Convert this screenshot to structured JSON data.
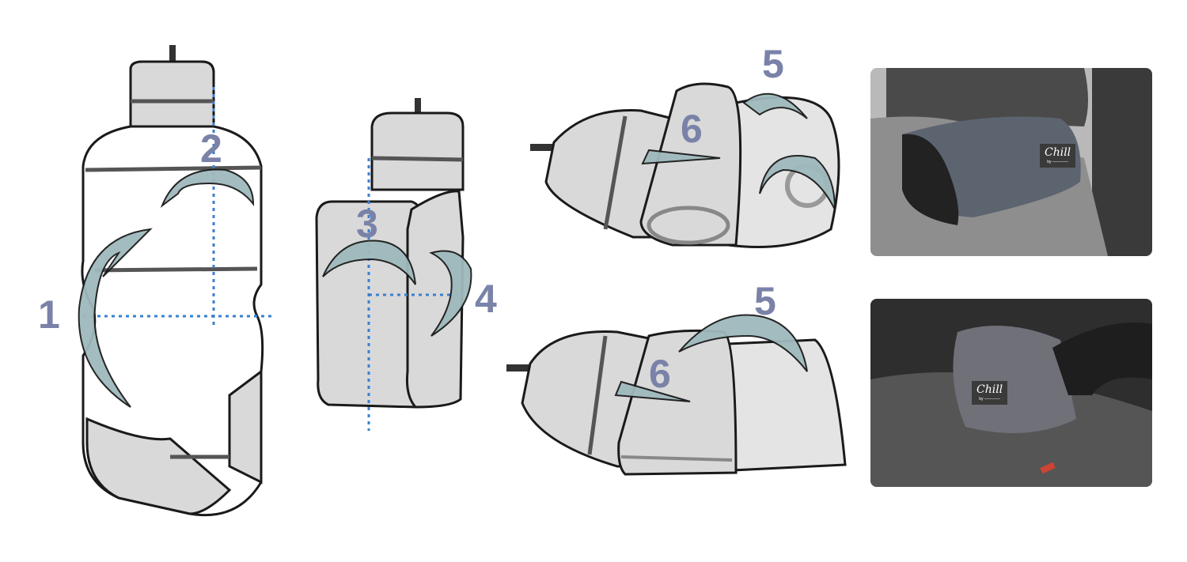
{
  "steps": {
    "step1": "1",
    "step2": "2",
    "step3": "3",
    "step4": "4",
    "step5_top": "5",
    "step6_top": "6",
    "step5_bottom": "5",
    "step6_bottom": "6"
  },
  "photos": {
    "headrest_label": "Chill",
    "lumbar_label": "Chill"
  },
  "colors": {
    "step_number": "#7a82a8",
    "arrow": "#9fb9bd",
    "fold_line": "#3b7fd0"
  }
}
